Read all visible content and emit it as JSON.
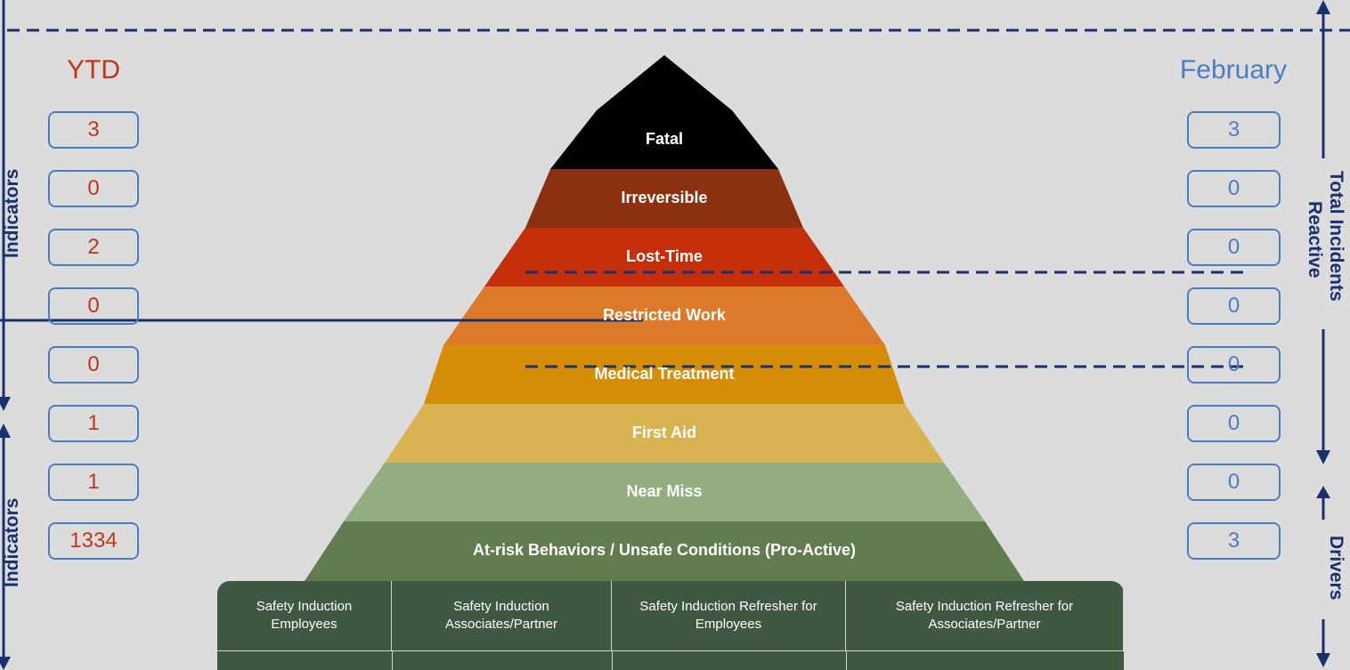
{
  "headers": {
    "ytd": "YTD",
    "month": "February"
  },
  "layers": [
    {
      "label": "Fatal",
      "color": "#000000",
      "ytd": "3",
      "month": "3"
    },
    {
      "label": "Irreversible",
      "color": "#8b3110",
      "ytd": "0",
      "month": "0"
    },
    {
      "label": "Lost-Time",
      "color": "#c42f0a",
      "ytd": "2",
      "month": "0"
    },
    {
      "label": "Restricted Work",
      "color": "#dd7a2a",
      "ytd": "0",
      "month": "0"
    },
    {
      "label": "Medical Treatment",
      "color": "#d58c06",
      "ytd": "0",
      "month": "0"
    },
    {
      "label": "First Aid",
      "color": "#d9b352",
      "ytd": "1",
      "month": "0"
    },
    {
      "label": "Near Miss",
      "color": "#92ad80",
      "ytd": "1",
      "month": "0"
    },
    {
      "label": "At-risk Behaviors / Unsafe Conditions (Pro-Active)",
      "color": "#617d4f",
      "ytd": "1334",
      "month": "3"
    }
  ],
  "side": {
    "left_top": "Indicators",
    "left_bottom": "Indicators",
    "right_top_1": "Total Incidents",
    "right_top_2": "Reactive",
    "right_bottom": "Drivers"
  },
  "table": {
    "headers": [
      "Safety Induction Employees",
      "Safety Induction Associates/Partner",
      "Safety Induction Refresher for Employees",
      "Safety Induction Refresher for Associates/Partner"
    ]
  },
  "colors": {
    "accent_line": "#1a3170",
    "ytd": "#c0361a",
    "month": "#4a7ec4",
    "table_bg": "#3f5842"
  }
}
